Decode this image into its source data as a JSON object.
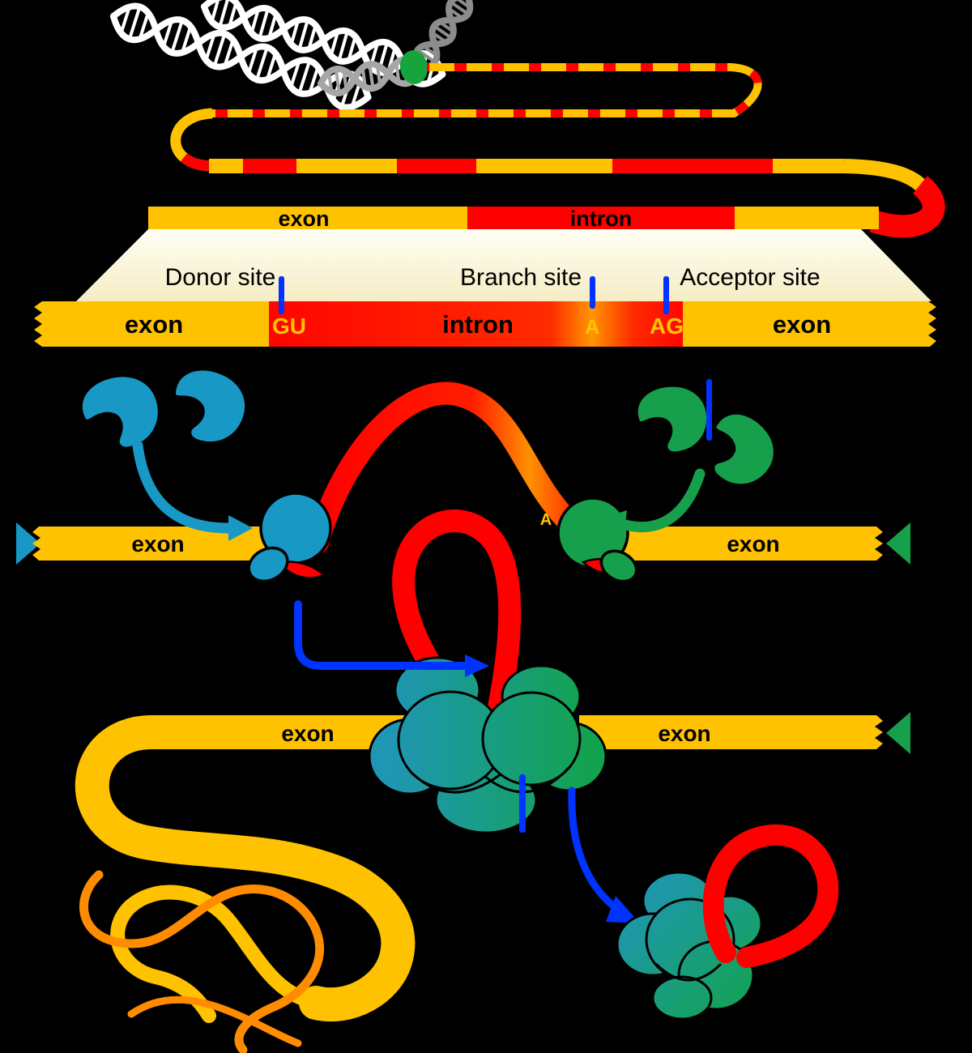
{
  "diagram": {
    "background": "#000000",
    "colors": {
      "exon_yellow": "#FFC200",
      "intron_red": "#FF0000",
      "mrna_orange": "#FF8C00",
      "u1_snrnp_cyan": "#1898C5",
      "u2_snrnp_green": "#17A04B",
      "marker_blue": "#0033FF",
      "polymerase_green": "#17A43C",
      "zoom_panel_cream": "#FBF4D7",
      "spliceosome_teal": "#1F96B4",
      "spliceosome_green": "#13A34E",
      "dna_white": "#FFFFFF",
      "dna_gray": "#A6A6A6",
      "sequence_text_yellow": "#FFC400",
      "label_text_black": "#000000"
    },
    "gene_bar": {
      "exon_label": "exon",
      "intron_label": "intron"
    },
    "zoom_view": {
      "donor_site_label": "Donor site",
      "branch_site_label": "Branch site",
      "acceptor_site_label": "Acceptor site",
      "exon_left_label": "exon",
      "donor_sequence": "GU",
      "intron_label": "intron",
      "branch_nucleotide": "A",
      "acceptor_sequence": "AG",
      "exon_right_label": "exon"
    },
    "recognition_stage": {
      "exon_left_label": "exon",
      "branch_nucleotide": "A",
      "exon_right_label": "exon"
    },
    "splicing_stage": {
      "exon_left_label": "exon",
      "exon_right_label": "exon"
    }
  }
}
